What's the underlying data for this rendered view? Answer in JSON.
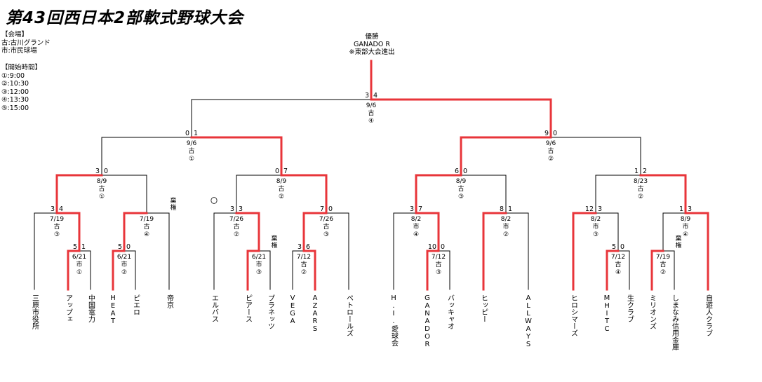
{
  "title": "第43回西日本2部軟式野球大会",
  "venue": {
    "heading": "【会場】",
    "lines": [
      "古:古川グランド",
      "市:市民球場"
    ]
  },
  "start_times": {
    "heading": "【開始時間】",
    "lines": [
      "①:9:00",
      "②:10:30",
      "③:12:00",
      "④:13:30",
      "⑤:15:00"
    ]
  },
  "champion": {
    "label": "優勝",
    "team": "GANADO R",
    "note": "※東部大会進出"
  },
  "colors": {
    "win": "#e8353a",
    "line": "#000000"
  },
  "teams": [
    "三原市役所",
    "アップェ",
    "中国電力",
    "HEAT",
    "ピエロ",
    "帝京",
    "エルバス",
    "ピアース",
    "プラネッツ",
    "VEGA",
    "AZARS",
    "ペトロールズ",
    "H.I.愛球会",
    "GANADOR",
    "バッキャオ",
    "ヒッピー",
    "ALLWAYS",
    "ヒロシマーズ",
    "MHITC",
    "生クラブ",
    "ミリオンズ",
    "しまなみ信用金庫",
    "自遊人クラブ"
  ],
  "games": [
    {
      "top": "5",
      "bot": "1",
      "date": "6/21",
      "venue": "市",
      "slot": "①"
    },
    {
      "top": "5",
      "bot": "0",
      "date": "6/21",
      "venue": "市",
      "slot": "②"
    },
    {
      "top": "",
      "bot": "",
      "date": "6/21",
      "venue": "市",
      "slot": "③",
      "note": "棄権"
    },
    {
      "top": "3",
      "bot": "6",
      "date": "7/12",
      "venue": "古",
      "slot": "②"
    },
    {
      "top": "10",
      "bot": "0",
      "date": "7/12",
      "venue": "古",
      "slot": "③"
    },
    {
      "top": "5",
      "bot": "0",
      "date": "7/12",
      "venue": "古",
      "slot": "④"
    },
    {
      "top": "",
      "bot": "",
      "date": "7/19",
      "venue": "古",
      "slot": "②",
      "note": "棄権"
    },
    {
      "top": "3",
      "bot": "4",
      "date": "7/19",
      "venue": "古",
      "slot": "③"
    },
    {
      "top": "",
      "bot": "",
      "date": "7/19",
      "venue": "古",
      "slot": "④",
      "note": "棄権"
    },
    {
      "top": "3",
      "bot": "3",
      "date": "7/26",
      "venue": "古",
      "slot": "②",
      "mark": "〇"
    },
    {
      "top": "7",
      "bot": "0",
      "date": "7/26",
      "venue": "古",
      "slot": "③"
    },
    {
      "top": "3",
      "bot": "7",
      "date": "8/2",
      "venue": "市",
      "slot": "④"
    },
    {
      "top": "8",
      "bot": "1",
      "date": "8/2",
      "venue": "市",
      "slot": "②"
    },
    {
      "top": "12",
      "bot": "3",
      "date": "8/2",
      "venue": "市",
      "slot": "③"
    },
    {
      "top": "1",
      "bot": "3",
      "date": "8/9",
      "venue": "市",
      "slot": "④"
    },
    {
      "top": "3",
      "bot": "0",
      "date": "8/9",
      "venue": "古",
      "slot": "①"
    },
    {
      "top": "0",
      "bot": "7",
      "date": "8/9",
      "venue": "古",
      "slot": "②"
    },
    {
      "top": "6",
      "bot": "0",
      "date": "8/9",
      "venue": "古",
      "slot": "③"
    },
    {
      "top": "1",
      "bot": "2",
      "date": "8/23",
      "venue": "古",
      "slot": "②"
    },
    {
      "top": "0",
      "bot": "1",
      "date": "9/6",
      "venue": "古",
      "slot": "①"
    },
    {
      "top": "9",
      "bot": "0",
      "date": "9/6",
      "venue": "古",
      "slot": "②"
    },
    {
      "top": "3",
      "bot": "4",
      "date": "9/6",
      "venue": "古",
      "slot": "④"
    }
  ]
}
